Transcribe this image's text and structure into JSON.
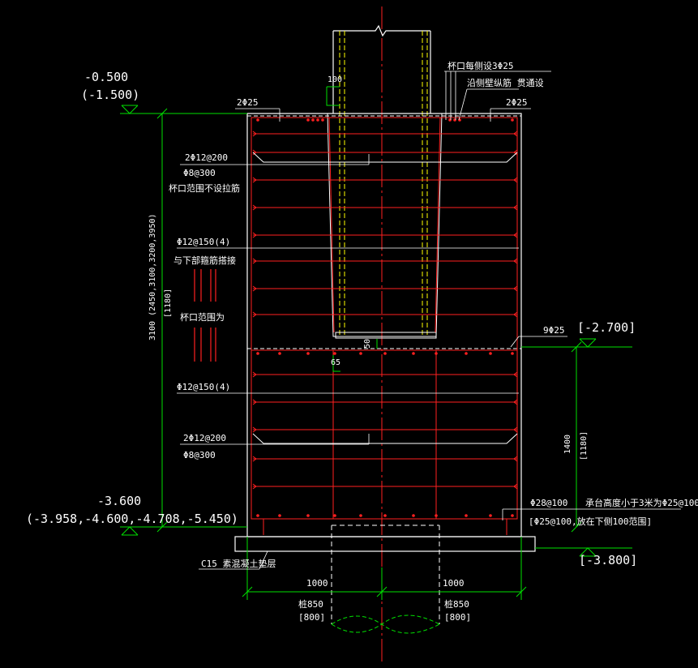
{
  "colors": {
    "background": "#000000",
    "concrete": "#ffffff",
    "rebar": "#ff2020",
    "dimension": "#00e000",
    "column": "#ffff00",
    "centerline": "#ff2020",
    "text": "#ffffff"
  },
  "elevations": {
    "top_main": "-0.500",
    "top_alt": "(-1.500)",
    "cup_bottom": "[-2.700]",
    "bottom_main": "-3.600",
    "bottom_alt": "(-3.958,-4.600,-4.708,-5.450)",
    "base": "[-3.800]"
  },
  "dimensions": {
    "total_height": "3100 (2450,3100,3200,3950)",
    "total_height_alt": "[1180]",
    "lower_height": "1400",
    "lower_height_alt": "[1180]",
    "offset_100": "100",
    "gap_50": "50",
    "gap_65": "65",
    "half_left": "1000",
    "half_right": "1000",
    "pile_left": "桩850",
    "pile_left_alt": "[800]",
    "pile_right": "桩850",
    "pile_right_alt": "[800]"
  },
  "rebar_labels": {
    "top_left": "2Φ25",
    "top_right": "2Φ25",
    "cup_each_side": "杯口每侧设3Φ25",
    "cup_note": "沿侧壁纵筋 贯通设",
    "upper_mesh": "2Φ12@200",
    "upper_tie": "Φ8@300",
    "upper_note": "杯口范围不设拉筋",
    "stirrup_upper": "Φ12@150(4)",
    "stirrup_upper_note": "与下部箍筋搭接",
    "cup_range": "杯口范围为",
    "mid_bars": "9Φ25",
    "stirrup_lower": "Φ12@150(4)",
    "lower_mesh": "2Φ12@200",
    "lower_tie": "Φ8@300",
    "bottom_bars": "Φ28@100",
    "bottom_note": "承台高度小于3米为Φ25@100",
    "bottom_alt": "[Φ25@100,放在下侧100范围]",
    "blinding": "C15 素混凝土垫层"
  }
}
